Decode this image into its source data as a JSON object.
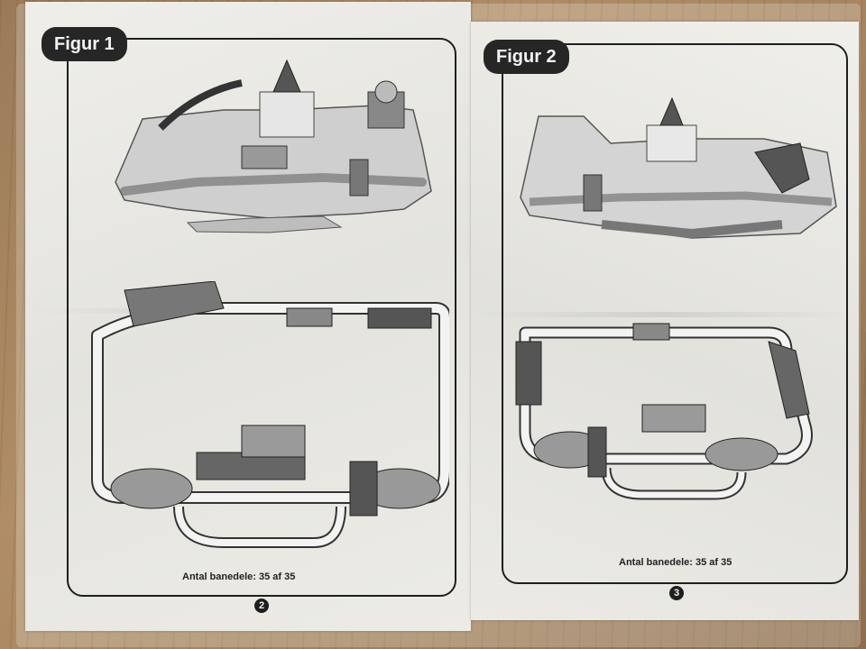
{
  "pages": [
    {
      "figure_label": "Figur 1",
      "piece_count": "Antal banedele: 35 af 35",
      "page_number": "2",
      "illustrations": [
        "playset-perspective-view",
        "track-layout-top-view"
      ]
    },
    {
      "figure_label": "Figur 2",
      "piece_count": "Antal banedele: 35 af 35",
      "page_number": "3",
      "illustrations": [
        "playset-perspective-view",
        "track-layout-top-view"
      ]
    }
  ],
  "colors": {
    "ink": "#1e1e1e",
    "paper": "#ecebe6",
    "wood": "#a2805c",
    "track_gray": "#9a9a9a",
    "track_dark": "#4a4a4a"
  }
}
